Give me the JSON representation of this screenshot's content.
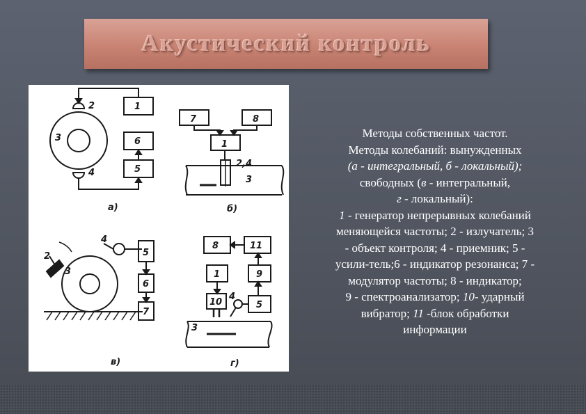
{
  "slide": {
    "title": "Акустический контроль"
  },
  "diagram": {
    "panels": {
      "a": {
        "caption": "а)",
        "blocks": [
          "1",
          "6",
          "5"
        ],
        "part_labels": [
          "2",
          "3",
          "4"
        ]
      },
      "b": {
        "caption": "б)",
        "blocks": [
          "7",
          "8",
          "1"
        ],
        "part_labels": [
          "2,4",
          "3"
        ]
      },
      "v": {
        "caption": "в)",
        "blocks": [
          "5",
          "6",
          "7"
        ],
        "part_labels": [
          "2",
          "3",
          "4"
        ]
      },
      "g": {
        "caption": "г)",
        "blocks": [
          "8",
          "11",
          "1",
          "9",
          "10",
          "5"
        ],
        "part_labels": [
          "4",
          "3"
        ]
      }
    }
  },
  "description": {
    "line1": "Методы собственных частот.",
    "line2": "Методы колебаний: вынужденных",
    "line3": "(а - интегральный, б - локальный);",
    "line4a": "свободных (",
    "line4b": "в",
    "line4c": " - интегральный,",
    "line5a": "г",
    "line5b": " - локальный):",
    "line6a": "1",
    "line6b": " - генератор непрерывных колебаний",
    "line7": "меняющейся частоты; 2 - излучатель; 3",
    "line8": "- объект контроля; 4 - приемник; 5 -",
    "line9": "усили-тель;6 - индикатор резонанса; 7 -",
    "line10": "модулятор частоты; 8 - индикатор;",
    "line11a": "9 - спектроанализатор; ",
    "line11b": "10",
    "line11c": "- ударный",
    "line12a": "вибратор; ",
    "line12b": "11",
    "line12c": " -блок обработки",
    "line13": "информации"
  }
}
